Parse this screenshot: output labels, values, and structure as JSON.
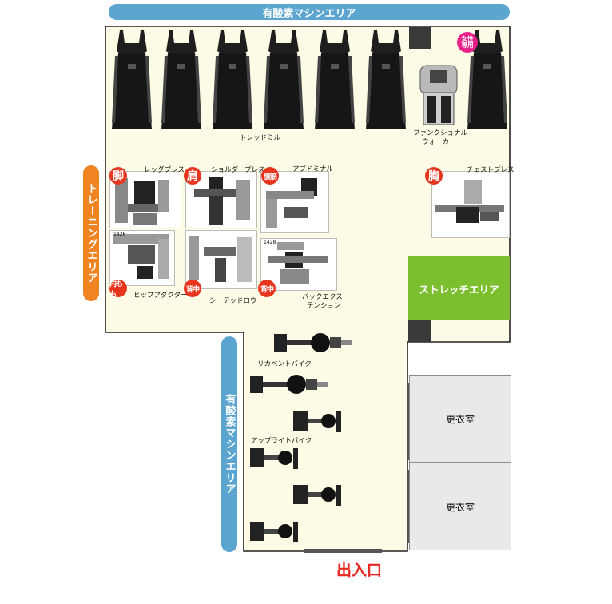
{
  "areas": {
    "cardio_top": "有酸素マシンエリア",
    "cardio_side": "有酸素マシンエリア",
    "training": "トレーニングエリア",
    "stretch": "ストレッチエリア",
    "exit": "出入口",
    "locker_1": "更衣室",
    "locker_2": "更衣室"
  },
  "equipment": {
    "treadmill": "トレッドミル",
    "functional_walker_1": "ファンクショナル",
    "functional_walker_2": "ウォーカー",
    "women_only_1": "女性",
    "women_only_2": "専用",
    "leg_press": "レッグプレス",
    "shoulder_press": "ショルダープレス",
    "abdominal": "アブドミナル",
    "chest_press": "チェストプレス",
    "hip_adductor": "ヒップアダクター",
    "seated_row": "シーテッドロウ",
    "back_extension_1": "バックエクス",
    "back_extension_2": "テンション",
    "recumbent_bike": "リカベントバイク",
    "upright_bike": "アップライトバイク"
  },
  "body_parts": {
    "leg": "脚",
    "shoulder": "肩",
    "abs": "腹筋",
    "chest": "胸",
    "inner_thigh": "内もも",
    "back_row": "背中",
    "back_ext": "背中"
  },
  "machine_codes": {
    "code_1426": "1426",
    "code_1428": "1428"
  },
  "colors": {
    "cardio_blue": "#5ba5d0",
    "training_orange": "#f08322",
    "stretch_green": "#7cbf2e",
    "exit_red": "#e8251f",
    "women_pink": "#e8208a",
    "badge_red": "#e8361e",
    "floor": "#fdfbe6"
  }
}
